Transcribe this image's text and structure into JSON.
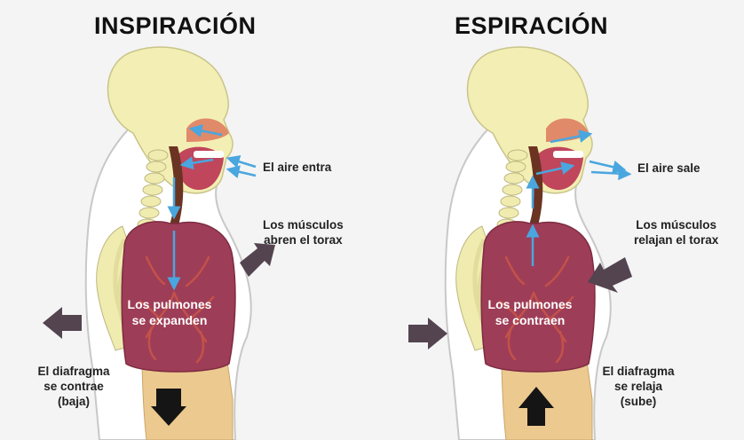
{
  "panels": {
    "left": {
      "title": "INSPIRACIÓN",
      "air_label": "El aire entra",
      "muscles_label": [
        "Los músculos",
        "abren el torax"
      ],
      "lungs_label": [
        "Los pulmones",
        "se expanden"
      ],
      "diaphragm_label": [
        "El diafragma",
        "se contrae",
        "(baja)"
      ]
    },
    "right": {
      "title": "ESPIRACIÓN",
      "air_label": "El aire sale",
      "muscles_label": [
        "Los músculos",
        "relajan el torax"
      ],
      "lungs_label": [
        "Los pulmones",
        "se contraen"
      ],
      "diaphragm_label": [
        "El diafragma",
        "se relaja",
        "(sube)"
      ]
    }
  },
  "colors": {
    "head": "#f3efb4",
    "skeleton": "#f0ecb0",
    "lungs": "#9e3d57",
    "lungs_vessels": "#c2524a",
    "mouth": "#c0465c",
    "trachea": "#6b3322",
    "abdomen": "#ecc98e",
    "body_outline": "#c8c8c8",
    "air_arrow": "#4aa6df",
    "force_arrow": "#544450",
    "diaphragm_arrow": "#151515"
  }
}
